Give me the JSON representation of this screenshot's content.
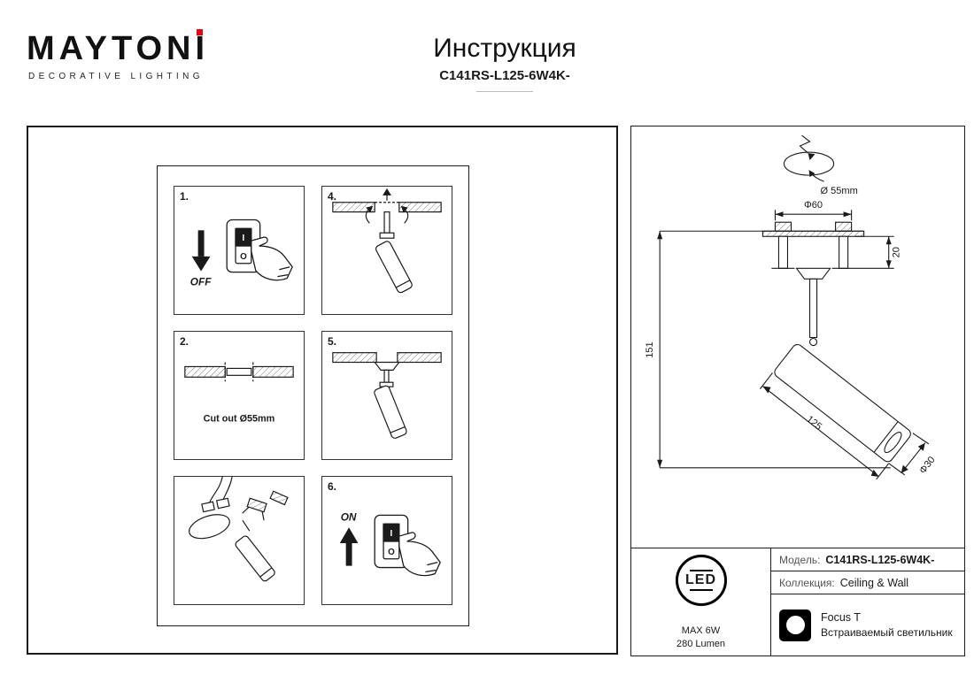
{
  "header": {
    "brand": "MAYTONI",
    "tagline": "DECORATIVE LIGHTING",
    "title": "Инструкция",
    "model_code": "C141RS-L125-6W4K-"
  },
  "steps": {
    "s1": {
      "num": "1.",
      "label_off": "OFF",
      "switch_i": "I",
      "switch_o": "O"
    },
    "s2": {
      "num": "2.",
      "caption": "Cut out Ø55mm"
    },
    "s4": {
      "num": "4."
    },
    "s5": {
      "num": "5."
    },
    "s6": {
      "num": "6.",
      "label_on": "ON",
      "switch_i": "I",
      "switch_o": "O"
    }
  },
  "drawing": {
    "hole_dia": "Ø 55mm",
    "dia_60": "Φ60",
    "depth_20": "20",
    "height_151": "151",
    "length_125": "125",
    "dia_30": "Φ30"
  },
  "spec": {
    "led_text": "LED",
    "max_power": "MAX 6W",
    "luminous_flux": "280 Lumen",
    "model_label": "Модель:",
    "model_value": "C141RS-L125-6W4K-",
    "collection_label": "Коллекция:",
    "collection_value": "Ceiling & Wall",
    "series_name": "Focus T",
    "product_type": "Встраиваемый светильник"
  },
  "colors": {
    "accent": "#e30613",
    "ink": "#1a1a1a"
  }
}
